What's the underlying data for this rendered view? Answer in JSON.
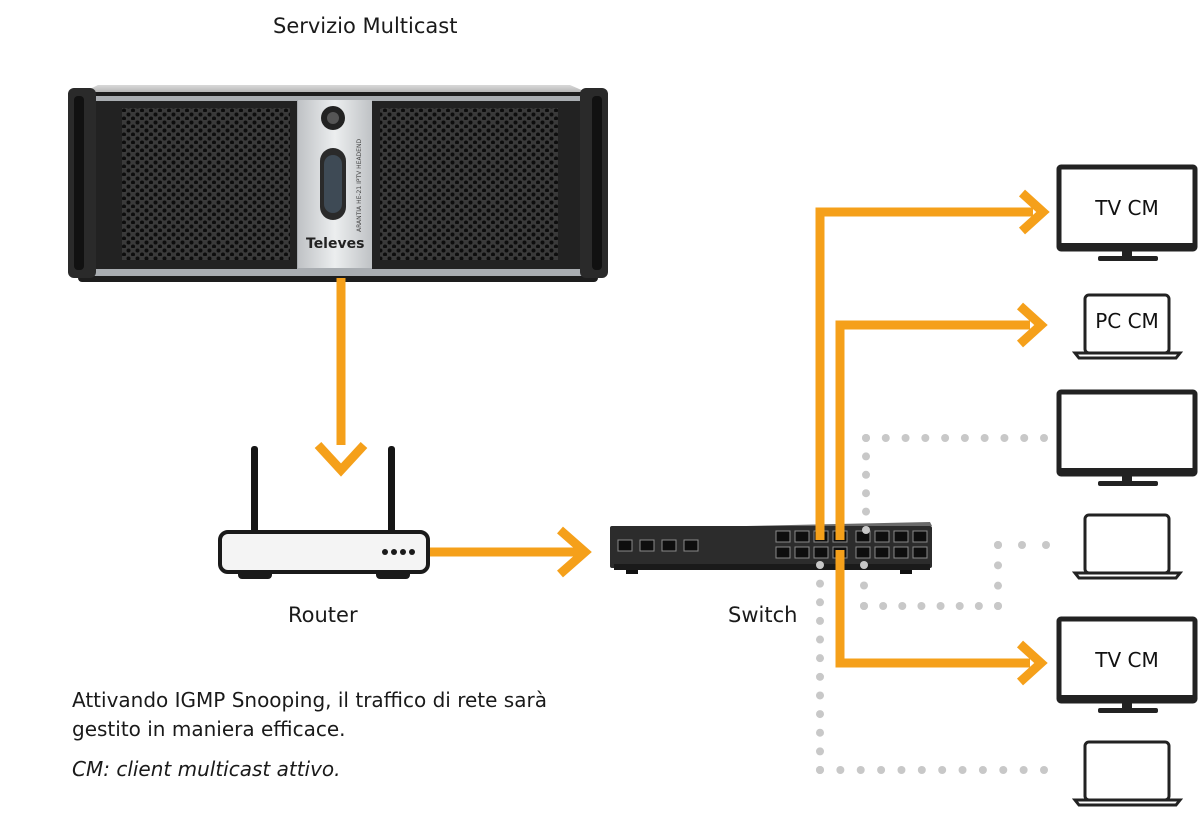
{
  "diagram": {
    "server_title": "Servizio Multicast",
    "server_brand": "Televes",
    "server_model": "ARANTIA HE-21 IPTV HEADEND",
    "router_label": "Router",
    "switch_label": "Switch",
    "devices": [
      {
        "type": "tv",
        "label": "TV CM",
        "active": true
      },
      {
        "type": "laptop",
        "label": "PC CM",
        "active": true
      },
      {
        "type": "tv",
        "label": "",
        "active": false
      },
      {
        "type": "laptop",
        "label": "",
        "active": false
      },
      {
        "type": "tv",
        "label": "TV CM",
        "active": true
      },
      {
        "type": "laptop",
        "label": "",
        "active": false
      }
    ],
    "note_line1": "Attivando IGMP Snooping, il traffico di rete sarà",
    "note_line2": "gestito in maniera efficace.",
    "cm_legend": "CM: client multicast attivo.",
    "colors": {
      "active_link": "#f5a01a",
      "inactive_link": "#c8c8c8",
      "device_frame": "#222222"
    }
  }
}
